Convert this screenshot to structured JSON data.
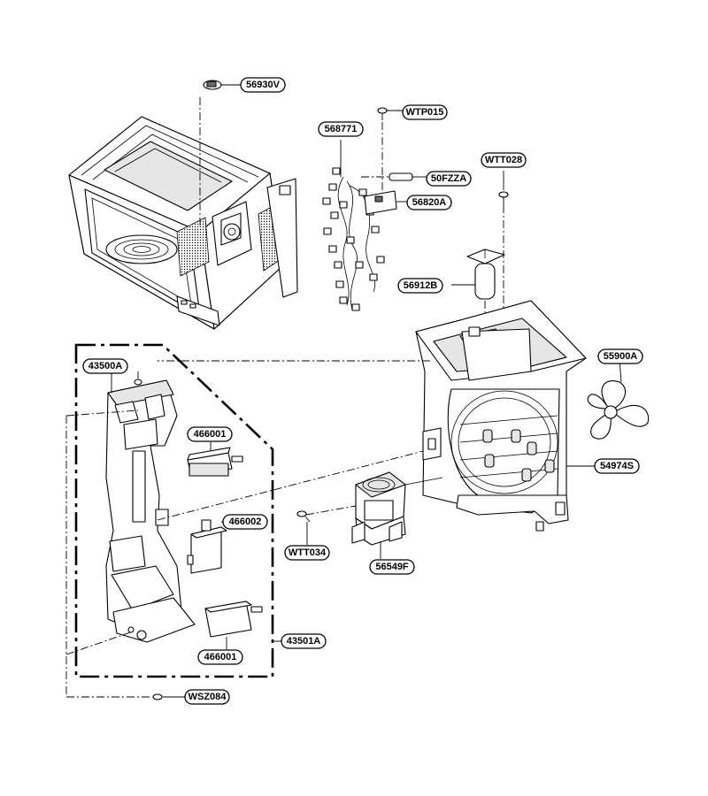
{
  "diagram": {
    "part_labels": [
      {
        "id": "56930V",
        "text": "56930V"
      },
      {
        "id": "WTP015",
        "text": "WTP015"
      },
      {
        "id": "568771",
        "text": "568771"
      },
      {
        "id": "WTT028",
        "text": "WTT028"
      },
      {
        "id": "50FZZA",
        "text": "50FZZA"
      },
      {
        "id": "56820A",
        "text": "56820A"
      },
      {
        "id": "56912B",
        "text": "56912B"
      },
      {
        "id": "55900A",
        "text": "55900A"
      },
      {
        "id": "43500A",
        "text": "43500A"
      },
      {
        "id": "466001-top",
        "text": "466001"
      },
      {
        "id": "466002",
        "text": "466002"
      },
      {
        "id": "54974S",
        "text": "54974S"
      },
      {
        "id": "WTT034",
        "text": "WTT034"
      },
      {
        "id": "56549F",
        "text": "56549F"
      },
      {
        "id": "43501A",
        "text": "43501A"
      },
      {
        "id": "466001-bottom",
        "text": "466001"
      },
      {
        "id": "WSZ084",
        "text": "WSZ084"
      }
    ]
  }
}
